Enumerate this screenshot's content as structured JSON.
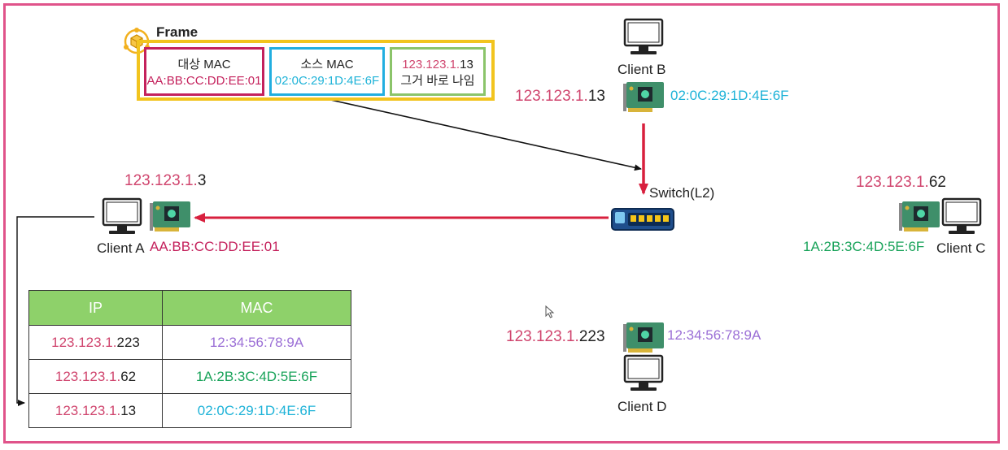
{
  "frame": {
    "title": "Frame",
    "dest": {
      "label": "대상 MAC",
      "mac": "AA:BB:CC:DD:EE:01"
    },
    "src": {
      "label": "소스 MAC",
      "mac": "02:0C:29:1D:4E:6F"
    },
    "ip": {
      "prefix": "123.123.1.",
      "suffix": "13",
      "note": "그거 바로 나임"
    }
  },
  "clients": {
    "a": {
      "name": "Client A",
      "ip_prefix": "123.123.1.",
      "ip_suffix": "3",
      "mac": "AA:BB:CC:DD:EE:01"
    },
    "b": {
      "name": "Client B",
      "ip_prefix": "123.123.1.",
      "ip_suffix": "13",
      "mac": "02:0C:29:1D:4E:6F"
    },
    "c": {
      "name": "Client C",
      "ip_prefix": "123.123.1.",
      "ip_suffix": "62",
      "mac": "1A:2B:3C:4D:5E:6F"
    },
    "d": {
      "name": "Client D",
      "ip_prefix": "123.123.1.",
      "ip_suffix": "223",
      "mac": "12:34:56:78:9A"
    }
  },
  "switch": {
    "label": "Switch(L2)"
  },
  "table": {
    "headers": [
      "IP",
      "MAC"
    ],
    "rows": [
      {
        "ip_prefix": "123.123.1.",
        "ip_suffix": "223",
        "mac": "12:34:56:78:9A",
        "color": "#9b6fd6"
      },
      {
        "ip_prefix": "123.123.1.",
        "ip_suffix": "62",
        "mac": "1A:2B:3C:4D:5E:6F",
        "color": "#19a35a"
      },
      {
        "ip_prefix": "123.123.1.",
        "ip_suffix": "13",
        "mac": "02:0C:29:1D:4E:6F",
        "color": "#1fb3d8"
      }
    ]
  },
  "colors": {
    "border": "#e0538a",
    "ip_prefix": "#d0456e",
    "arrow_red": "#d8203e",
    "frame": "#f2c41e",
    "table_header": "#8ed16a"
  },
  "icons": [
    "frame-cube-icon",
    "computer-icon",
    "network-card-icon",
    "switch-icon",
    "mouse-cursor-icon"
  ]
}
